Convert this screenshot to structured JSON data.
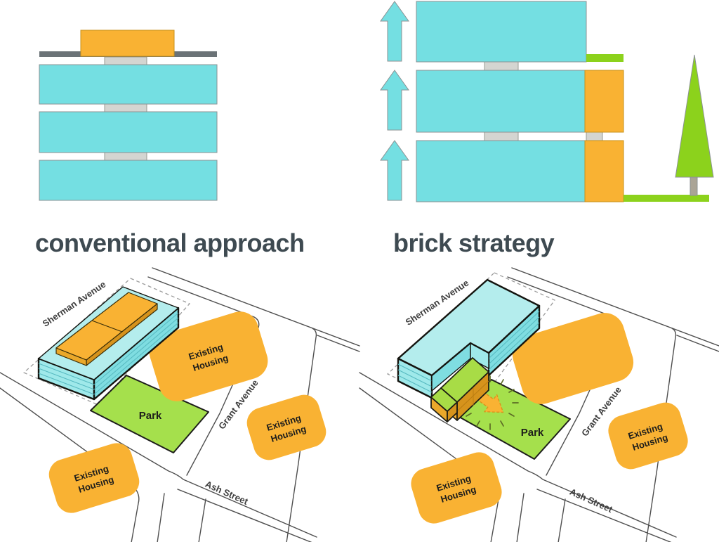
{
  "headings": {
    "left": "conventional approach",
    "right": "brick strategy"
  },
  "site_plan": {
    "sherman": "Sherman Avenue",
    "grant": "Grant Avenue",
    "ash": "Ash Street",
    "park": "Park",
    "existing_line1": "Existing",
    "existing_line2": "Housing"
  },
  "colors": {
    "cyan": "#74dfe2",
    "cyan_light": "#b4eded",
    "cyan_mid": "#9fe9ea",
    "cyan_dark": "#7fdde1",
    "orange": "#f9b233",
    "orange_mid": "#eaa82a",
    "orange_dark": "#d6931c",
    "bright_green": "#8cd21c",
    "step_green": "#a8dc46",
    "park_green": "#a5e04c",
    "gray_bar": "#6b7377",
    "gray_connector": "#d4d5d1",
    "tree_trunk": "#aaa496",
    "heading_text": "#3e4a51",
    "label_text": "#1d1d1b",
    "street_line": "#4f4f4f"
  }
}
